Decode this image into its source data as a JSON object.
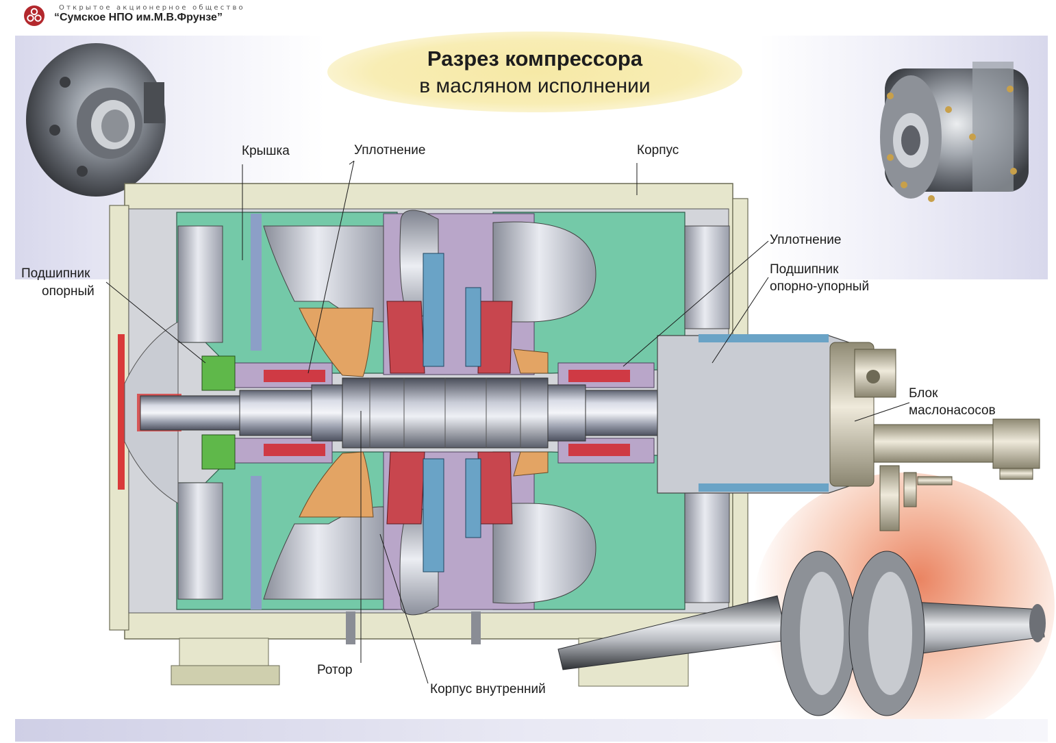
{
  "header": {
    "org_type": "Открытое акционерное общество",
    "org_name": "“Сумское НПО им.М.В.Фрунзе”"
  },
  "title": {
    "line1": "Разрез компрессора",
    "line2": "в масляном исполнении"
  },
  "labels": {
    "cover": "Крышка",
    "seal_left": "Уплотнение",
    "housing": "Корпус",
    "seal_right": "Уплотнение",
    "bearing_support_line1": "Подшипник",
    "bearing_support_line2": "опорный",
    "bearing_thrust_line1": "Подшипник",
    "bearing_thrust_line2": "опорно-упорный",
    "oil_pump_line1": "Блок",
    "oil_pump_line2": "маслонасосов",
    "rotor": "Ротор",
    "inner_housing": "Корпус внутренний"
  },
  "colors": {
    "casing_green": "#74c9a8",
    "casing_frame": "#e6e6cc",
    "impeller_red": "#c8464e",
    "diffuser_blue": "#6aa3c6",
    "seal_violet": "#b9a6c9",
    "inlet_orange": "#e3a464",
    "shaft_steel": "#a8aebc",
    "accent_glow": "#e8704a"
  }
}
